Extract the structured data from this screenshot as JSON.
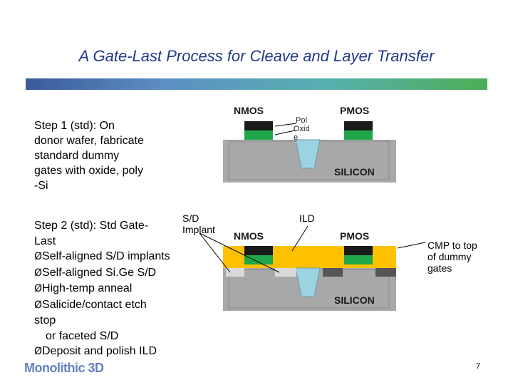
{
  "title": "A Gate-Last Process for Cleave and Layer Transfer",
  "step1": {
    "line1": "Step 1 (std): On",
    "line2": "donor wafer, fabricate",
    "line3": "standard dummy",
    "line4": "gates with oxide, poly",
    "line5": "-Si"
  },
  "step2": {
    "line1": "Step 2 (std): Std Gate-",
    "line2": "Last",
    "items": [
      "Self-aligned S/D implants",
      "Self-aligned Si.Ge S/D",
      "High-temp anneal",
      "Salicide/contact etch"
    ],
    "cont1": "stop",
    "cont2": "or faceted S/D",
    "item5": "Deposit and polish ILD",
    "bullet": "Ø"
  },
  "diagram1": {
    "nmos": "NMOS",
    "pmos": "PMOS",
    "silicon": "SILICON",
    "poly_label": "Pol",
    "oxide_label1": "Oxid",
    "oxide_label2": "e"
  },
  "diagram2": {
    "nmos": "NMOS",
    "pmos": "PMOS",
    "silicon": "SILICON",
    "sd_label1": "S/D",
    "sd_label2": "Implant",
    "ild_label": "ILD",
    "cmp_label1": "CMP to top",
    "cmp_label2": "of dummy",
    "cmp_label3": "gates"
  },
  "logo": "Monolithic 3D",
  "page_number": "7",
  "colors": {
    "title": "#1f3a8a",
    "silicon": "#a8a8a8",
    "oxide": "#9bd3e0",
    "poly": "#1a1a1a",
    "gate_oxide": "#1fa84a",
    "ild": "#ffc000"
  }
}
